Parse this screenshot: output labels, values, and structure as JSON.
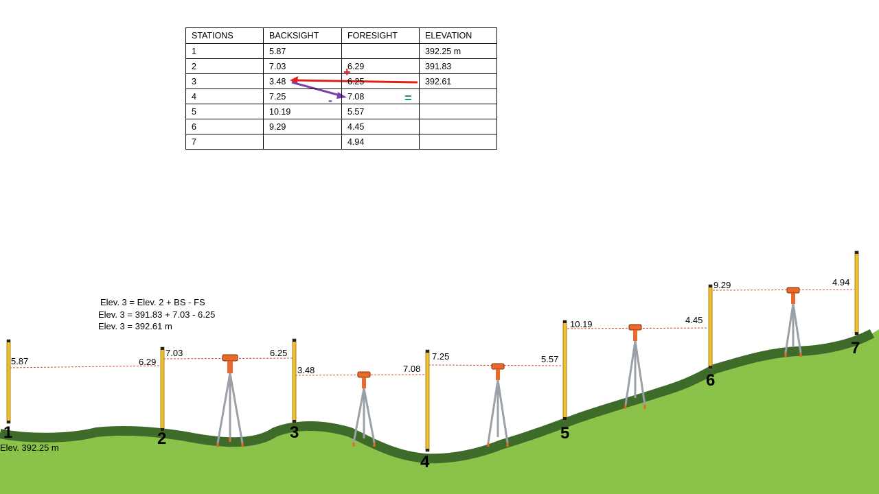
{
  "table": {
    "headers": [
      "STATIONS",
      "BACKSIGHT",
      "FORESIGHT",
      "ELEVATION"
    ],
    "rows": [
      [
        "1",
        "5.87",
        "",
        "392.25 m"
      ],
      [
        "2",
        "7.03",
        "6.29",
        "391.83"
      ],
      [
        "3",
        "3.48",
        "6.25",
        "392.61"
      ],
      [
        "4",
        "7.25",
        "7.08",
        ""
      ],
      [
        "5",
        "10.19",
        "5.57",
        ""
      ],
      [
        "6",
        "9.29",
        "4.45",
        ""
      ],
      [
        "7",
        "",
        "4.94",
        ""
      ]
    ]
  },
  "operators": {
    "plus": "+",
    "minus": "-",
    "equals": "="
  },
  "formula": {
    "line1": "Elev. 3 = Elev. 2 + BS - FS",
    "line2": "Elev. 3 = 391.83 + 7.03 - 6.25",
    "line3": "Elev. 3 = 392.61 m"
  },
  "stations": [
    {
      "label": "1",
      "backsight": "5.87",
      "foresight": ""
    },
    {
      "label": "2",
      "backsight": "7.03",
      "foresight": "6.29"
    },
    {
      "label": "3",
      "backsight": "3.48",
      "foresight": "6.25"
    },
    {
      "label": "4",
      "backsight": "7.25",
      "foresight": "7.08"
    },
    {
      "label": "5",
      "backsight": "10.19",
      "foresight": "5.57"
    },
    {
      "label": "6",
      "backsight": "9.29",
      "foresight": "4.45"
    },
    {
      "label": "7",
      "backsight": "",
      "foresight": "4.94"
    }
  ],
  "start_elevation": "Elev. 392.25 m",
  "colors": {
    "ground": "#8bc34a",
    "ground_edge": "#3f6b2a",
    "rod": "#f2c12e",
    "sight_line": "#d94a3a",
    "tripod": "#e8692a",
    "arrow_red": "#e0201a",
    "arrow_purple": "#7a3fb0",
    "plus_color": "#e0201a",
    "minus_color": "#7a3fb0",
    "equals_color": "#1a9e55"
  }
}
